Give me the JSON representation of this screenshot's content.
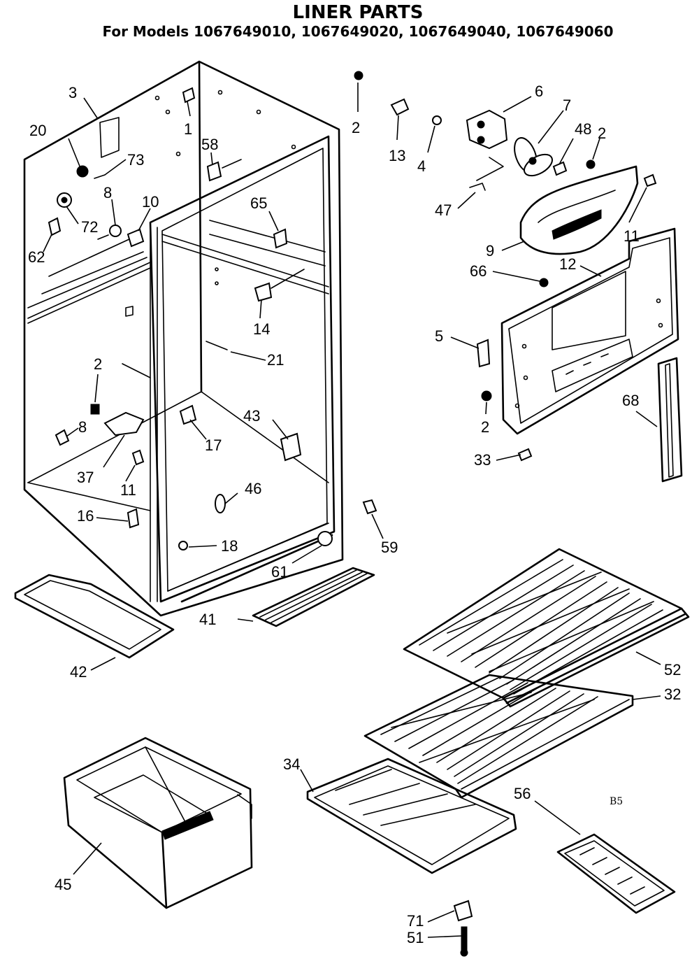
{
  "title": "LINER PARTS",
  "subtitle": "For Models 1067649010, 1067649020, 1067649040, 1067649060",
  "page_code": "B5",
  "callouts": [
    "1",
    "2",
    "2",
    "2",
    "2",
    "3",
    "4",
    "5",
    "6",
    "7",
    "8",
    "8",
    "9",
    "10",
    "11",
    "11",
    "12",
    "13",
    "14",
    "16",
    "17",
    "18",
    "20",
    "21",
    "2",
    "32",
    "33",
    "34",
    "37",
    "41",
    "42",
    "43",
    "45",
    "46",
    "47",
    "48",
    "51",
    "52",
    "56",
    "58",
    "59",
    "61",
    "62",
    "65",
    "66",
    "68",
    "71",
    "72",
    "73"
  ]
}
